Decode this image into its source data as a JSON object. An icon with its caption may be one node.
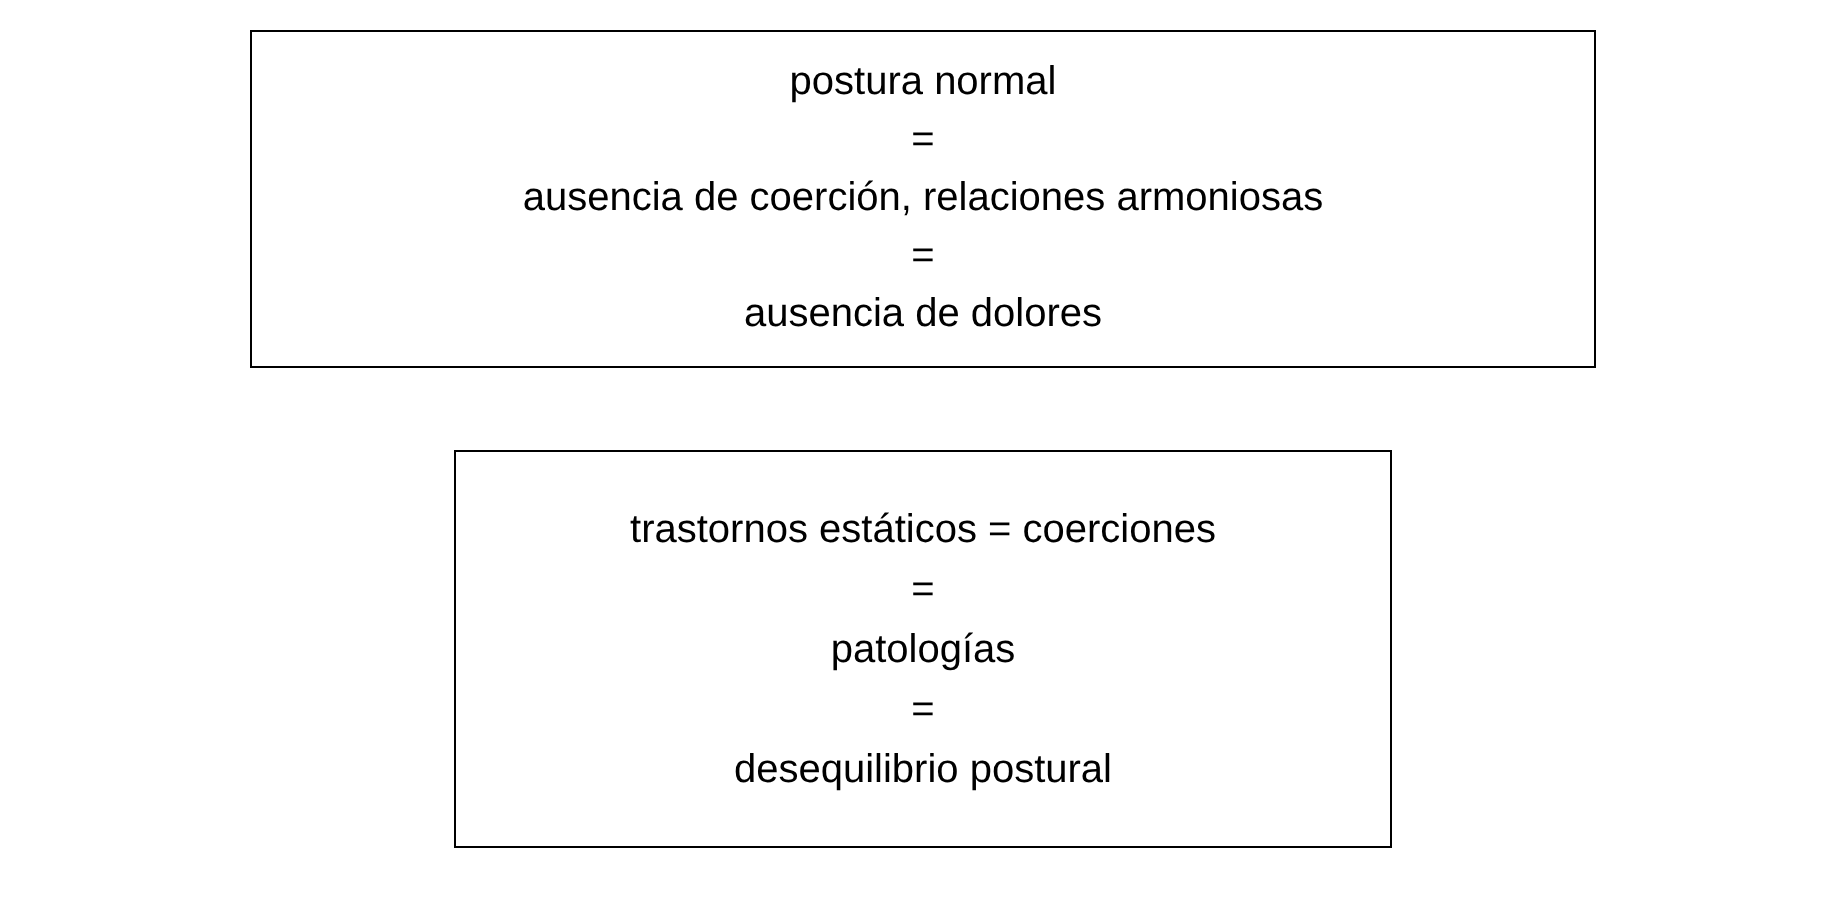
{
  "diagram": {
    "nodes": [
      {
        "text": [
          "postura normal",
          "=",
          "ausencia de coerción, relaciones armoniosas",
          "=",
          "ausencia de dolores"
        ]
      },
      {
        "text": [
          "trastornos estáticos = coerciones",
          "=",
          "patologías",
          "=",
          "desequilibrio postural"
        ]
      }
    ]
  }
}
